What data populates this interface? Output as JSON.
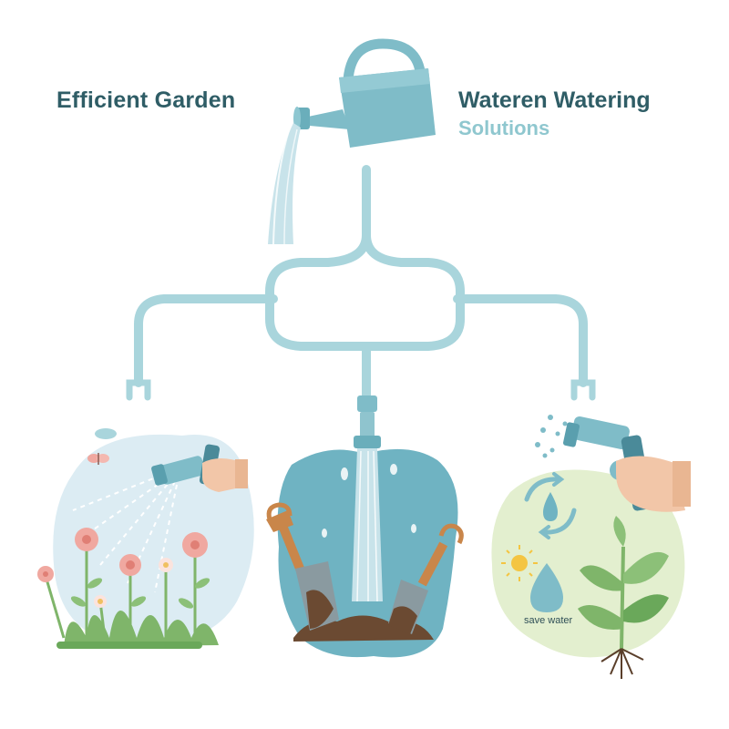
{
  "header": {
    "title_left": "Efficient Garden",
    "title_right": "Wateren Watering",
    "title_sub": "Solutions"
  },
  "panels": {
    "right": {
      "caption": "save water"
    }
  },
  "colors": {
    "title_dark": "#2f5d66",
    "title_light": "#8fc7cf",
    "pipe": "#a9d5dc",
    "water_pool": "#6fb3c2",
    "sky_blob": "#dcecf3",
    "green_blob": "#e3efcf",
    "leaf": "#7fb56a",
    "soil": "#6b4a32",
    "flower": "#f0a8a0"
  },
  "icons": [
    "watering-can-icon",
    "spray-nozzle-icon",
    "shovel-icon",
    "recycle-icon",
    "water-drop-icon",
    "sun-icon",
    "butterfly-icon",
    "hand-icon"
  ]
}
